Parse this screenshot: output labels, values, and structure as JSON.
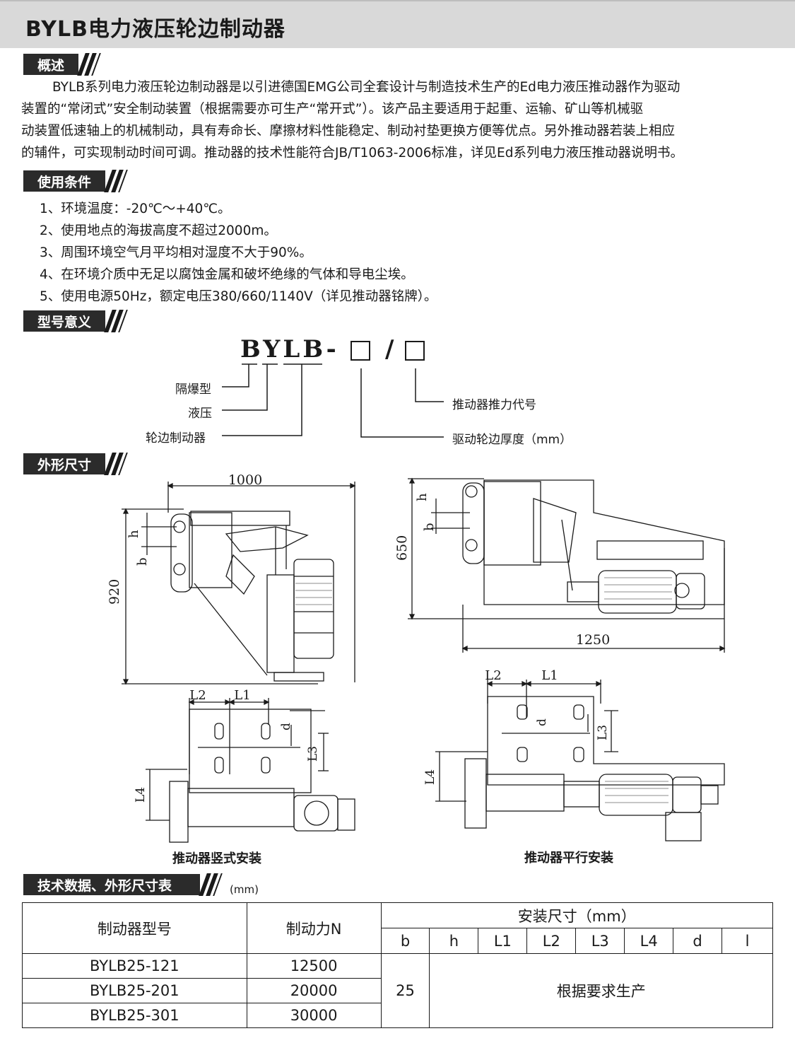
{
  "title": "BYLB电力液压轮边制动器",
  "sections": {
    "overview": "概述",
    "conditions": "使用条件",
    "model_meaning": "型号意义",
    "dimensions": "外形尺寸",
    "table": "技术数据、外形尺寸表",
    "table_unit": "(mm)"
  },
  "overview_lines": [
    "BYLB系列电力液压轮边制动器是以引进德国EMG公司全套设计与制造技术生产的Ed电力液压推动器作为驱动",
    "装置的“常闭式”安全制动装置（根据需要亦可生产“常开式”）。该产品主要适用于起重、运输、矿山等机械驱",
    "动装置低速轴上的机械制动，具有寿命长、摩擦材料性能稳定、制动衬垫更换方便等优点。另外推动器若装上相应",
    "的辅件，可实现制动时间可调。推动器的技术性能符合JB/T1063-2006标准，详见Ed系列电力液压推动器说明书。"
  ],
  "conditions": [
    "1、环境温度：-20℃～+40℃。",
    "2、使用地点的海拔高度不超过2000m。",
    "3、周围环境空气月平均相对湿度不大于90%。",
    "4、在环境介质中无足以腐蚀金属和破坏绝缘的气体和导电尘埃。",
    "5、使用电源50Hz，额定电压380/660/1140V（详见推动器铭牌）。"
  ],
  "model": {
    "code": "BYLB-",
    "slash": "/",
    "labels": {
      "explosion": "隔爆型",
      "hydraulic": "液压",
      "wheel_brake": "轮边制动器",
      "thrust_code": "推动器推力代号",
      "rim_thickness": "驱动轮边厚度（mm）"
    }
  },
  "drawings": {
    "left_width": "1000",
    "left_height": "920",
    "right_height": "650",
    "right_width": "1250",
    "h": "h",
    "b": "b",
    "L1": "L1",
    "L2": "L2",
    "L3": "L3",
    "L4": "L4",
    "d": "d",
    "caption_vertical": "推动器竖式安装",
    "caption_parallel": "推动器平行安装"
  },
  "table": {
    "col_model": "制动器型号",
    "col_force": "制动力N",
    "col_install": "安装尺寸（mm）",
    "sub_cols": [
      "b",
      "h",
      "L1",
      "L2",
      "L3",
      "L4",
      "d",
      "l"
    ],
    "rows": [
      {
        "model": "BYLB25-121",
        "force": "12500"
      },
      {
        "model": "BYLB25-201",
        "force": "20000"
      },
      {
        "model": "BYLB25-301",
        "force": "30000"
      }
    ],
    "b_value": "25",
    "note": "根据要求生产"
  }
}
